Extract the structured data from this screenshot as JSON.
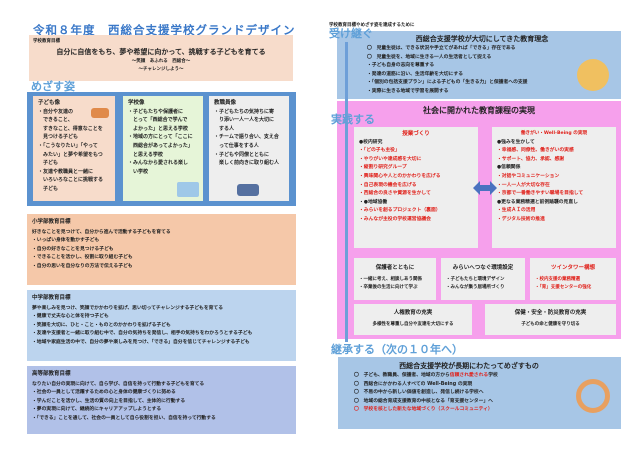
{
  "title": "令和８年度　西総合支援学校グランドデザイン",
  "goal": {
    "label": "学校教育目標",
    "main": "自分に自信をもち、夢や希望に向かって、挑戦する子どもを育てる",
    "sub1": "～笑顔　あふれる　西総合～",
    "sub2": "～チャレンジしよう～"
  },
  "aim": {
    "label": "めざす姿",
    "child": {
      "title": "子ども像",
      "lines": [
        "・自分や友達の",
        "　できること、",
        "　すきなこと、得意なことを",
        "　見つける子ども",
        "・「こうなりたい」「やって",
        "　みたい」と夢や希望をもつ",
        "　子ども",
        "・友達や教職員と一緒に",
        "　いろいろなことに挑戦する",
        "　子ども"
      ]
    },
    "school": {
      "title": "学校像",
      "lines": [
        "・子どもたちや保護者に",
        "　とって「西総合で学んで",
        "　よかった」と思える学校",
        "・地域の方にとって「ここに",
        "　西総合があってよかった」",
        "　と思える学校",
        "・みんなから愛される楽し",
        "　い学校"
      ]
    },
    "staff": {
      "title": "教職員像",
      "lines": [
        "・子どもたちの気持ちに寄",
        "　り添い一人一人を大切に",
        "　する人",
        "・チームで語り合い、支え合",
        "　って仕事をする人",
        "・子どもや同僚とともに",
        "　楽しく前向きに取り組む人"
      ]
    }
  },
  "elementary": {
    "title": "小学部教育目標",
    "lines": [
      "好きなことを見つけて、自分から進んで活動する子どもを育てる",
      "・いっぱい身体を動かす子ども",
      "・自分の好きなことを見つける子ども",
      "・できることを活かし、役割に取り組む子ども",
      "・自分の思いを自分なりの方法で伝える子ども"
    ]
  },
  "junior": {
    "title": "中学部教育目標",
    "lines": [
      "夢や楽しみを見つけ、笑顔でかかわりを拡げ、思い切ってチャレンジする子どもを育てる",
      "・健康で丈夫な心と体を持つ子ども",
      "・笑顔を大切に、ひと・こと・ものとのかかわりを拡げる子ども",
      "・友達や支援者と一緒に取り組む中で、自分の気持ちを発信し、相手の気持ちをわかろうとする子ども",
      "・地域や家庭生活の中で、自分の夢や楽しみを見つけ、「できる」自分を信じてチャレンジする子ども"
    ]
  },
  "senior": {
    "title": "高等部教育目標",
    "lines": [
      "なりたい自分の実現に向けて、自ら学び、自信を持って行動する子どもを育てる",
      "・社会の一員として活躍するための心と身体の健康づくりに努める",
      "・学んだことを活かし、生活の質の向上を目指して、主体的に行動する",
      "・夢の実現に向けて、継続的にキャリアアップしようとする",
      "・「できる」ことを通して、社会の一員として自ら役割を担い、自信を持って行動する"
    ]
  },
  "right_intro": "学校教育目標やめざす姿を達成するために",
  "inherit": {
    "label": "受け継ぐ",
    "title": "西総合支援学校が大切にしてきた教育理念",
    "lines": [
      "〇　児童生徒は、できる状況や手立てがあれば「できる」存在である",
      "〇　児童生徒を、地域に生きる一人の生活者として捉える",
      "・子ども自身の志向を尊重する",
      "・発達の道筋に沿い、生活年齢を大切にする",
      "・「個別の包括支援プラン」による子どもの「生きる力」と保護者への支援",
      "・実際に生きる地域で学習を展開する"
    ]
  },
  "practice": {
    "label": "実践する",
    "title": "社会に開かれた教育課程の実現",
    "lessons": {
      "title": "授業づくり",
      "lines": [
        {
          "t": "●校内研究",
          "red": false
        },
        {
          "t": "・「どの子も主役」",
          "red": true
        },
        {
          "t": "・やりがいや達成感を大切に",
          "red": true
        },
        {
          "t": "・縦割り研究グループ",
          "red": true
        },
        {
          "t": "・興味関心や人とのかかわりを広げる",
          "red": true
        },
        {
          "t": "・自己表現の機会を広げる",
          "red": true
        },
        {
          "t": "・西総合の良さや資源を生かして",
          "red": true
        },
        {
          "t": "・●地域協働",
          "red": false
        },
        {
          "t": "・みらいを創るプロジェクト（裏面）",
          "red": true
        },
        {
          "t": "・みんなが主役の学校運営協議会",
          "red": true
        }
      ]
    },
    "wellbeing": {
      "title": "働きがい・Well-Being の実現",
      "lines": [
        {
          "t": "●強みを生かして",
          "red": false
        },
        {
          "t": "・幸福感、同僚性、働きがいの実感",
          "red": true
        },
        {
          "t": "・サポート、協力、承認、感謝",
          "red": true
        },
        {
          "t": "●信頼関係",
          "red": false
        },
        {
          "t": "・対話やコミュニケーション",
          "red": true
        },
        {
          "t": "・一人一人が大切な存在",
          "red": true
        },
        {
          "t": "・京都で一番働きやすい職場を目指して",
          "red": true
        },
        {
          "t": "●更なる業務精選と前例踏襲の見直し",
          "red": false
        },
        {
          "t": "・生成ＡＩの活用",
          "red": true
        },
        {
          "t": "・デジタル技術の推進",
          "red": true
        }
      ]
    },
    "parents": {
      "title": "保護者とともに",
      "lines": [
        "・一緒に考え、相談しあう関係",
        "・卒業後の生活に向けて学ぶ"
      ]
    },
    "environment": {
      "title": "みらいへつなぐ環境設定",
      "lines": [
        "・子どもたちと環境デザイン",
        "・みんなが集う居場所づくり"
      ]
    },
    "twin": {
      "title": "ツインタワー構想",
      "lines": [
        "・校内支援の業務精選",
        "・「育」支援センターの強化"
      ]
    },
    "rights": {
      "title": "人権教育の充実",
      "text": "多様性を尊重し自分や友達を大切にする"
    },
    "safety": {
      "title": "保健・安全・防災教育の充実",
      "text": "子どもの命と健康を守り切る"
    }
  },
  "succeed": {
    "label": "継承する（次の１０年へ）",
    "title": "西総合支援学校が長期にわたってめざすもの",
    "l1a": "〇　子ども、教職員、保護者、地域の方から",
    "l1b": "信頼され愛される",
    "l1c": "学校",
    "lines": [
      "〇　西総合にかかわる人すべての Well-Being の実現",
      "〇　不易の中から新しい価値を創造し、発信し続ける学校へ",
      "〇　地域の総合育成支援教育の中核となる「育支援センター」へ"
    ],
    "l5": "〇　学校を核とした新たな地域づくり（スクールコミュニティ）"
  },
  "colors": {
    "blue": "#3a78c8",
    "pink": "#f6a0ec",
    "red": "#e0201a"
  }
}
